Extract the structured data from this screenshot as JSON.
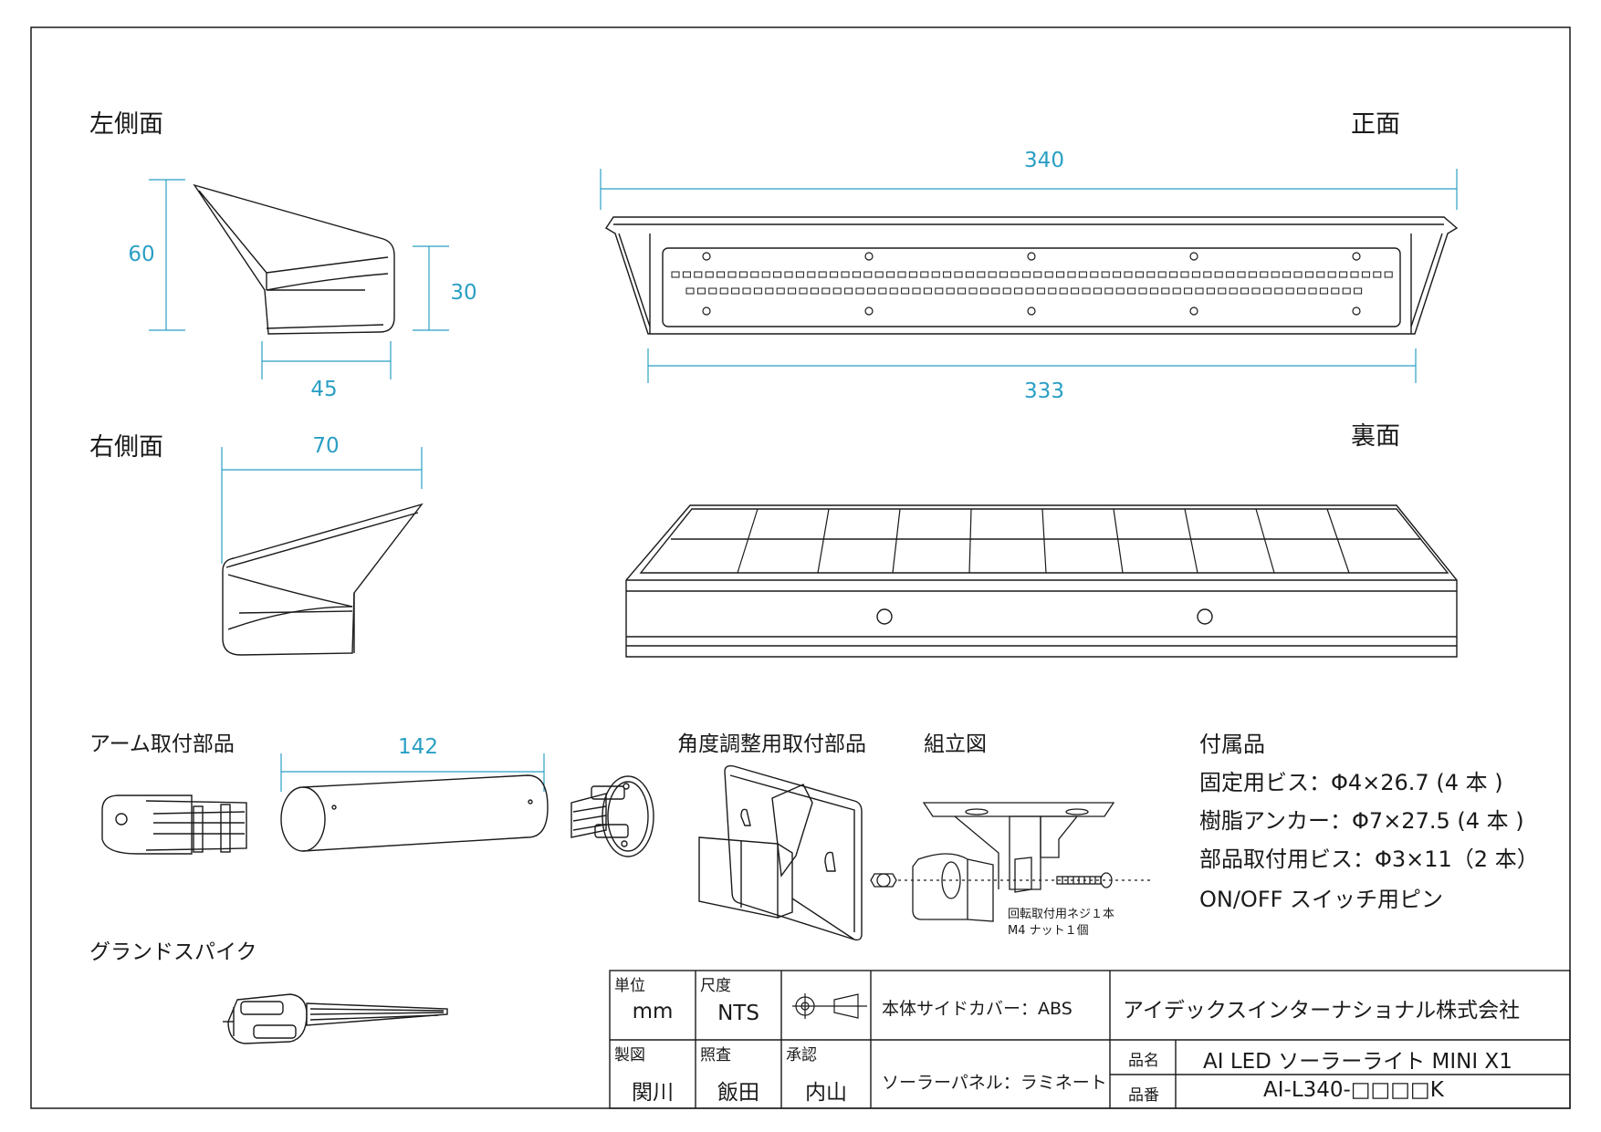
{
  "views": {
    "left_side": "左側面",
    "front": "正面",
    "right_side": "右側面",
    "back": "裏面"
  },
  "dimensions": {
    "left_height": "60",
    "left_inner_height": "30",
    "left_depth": "45",
    "front_width_top": "340",
    "front_width_bottom": "333",
    "right_width": "70",
    "arm_length": "142"
  },
  "parts": {
    "arm_mount": "アーム取付部品",
    "angle_mount": "角度調整用取付部品",
    "assembly": "組立図",
    "ground_spike": "グランドスパイク"
  },
  "assembly_notes": {
    "line1": "回転取付用ネジ１本",
    "line2": "M4 ナット１個"
  },
  "accessories": {
    "title": "付属品",
    "items": [
      "固定用ビス：Φ4×26.7 (4 本 )",
      "樹脂アンカー：Φ7×27.5 (4 本 )",
      "部品取付用ビス：Φ3×11（2 本）",
      "ON/OFF スイッチ用ピン"
    ]
  },
  "title_block": {
    "unit_label": "単位",
    "unit_value": "mm",
    "scale_label": "尺度",
    "scale_value": "NTS",
    "material_cover": "本体サイドカバー：ABS",
    "company": "アイデックスインターナショナル株式会社",
    "drawn_label": "製図",
    "drawn_value": "関川",
    "checked_label": "照査",
    "checked_value": "飯田",
    "approved_label": "承認",
    "approved_value": "内山",
    "material_panel": "ソーラーパネル：ラミネート",
    "product_name_label": "品名",
    "product_name": "AI LED ソーラーライト MINI X1",
    "product_number_label": "品番",
    "product_number": "AI-L340-□□□□K"
  },
  "colors": {
    "dimension": "#2a9fc4",
    "line": "#1a1a1a"
  }
}
